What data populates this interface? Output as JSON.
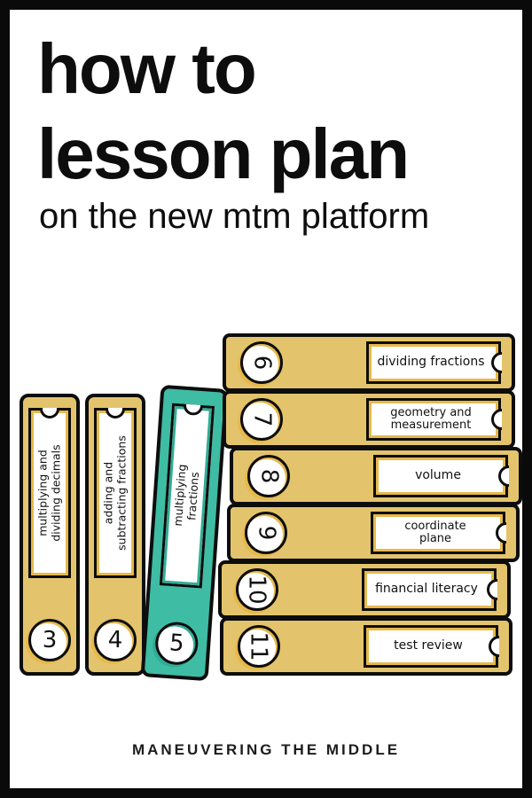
{
  "poster": {
    "title_line1": "how to",
    "title_line2": "lesson plan",
    "subtitle": "on the new mtm platform",
    "footer": "MANEUVERING THE MIDDLE"
  },
  "colors": {
    "binder_gold": "#e3c46c",
    "gold_accent": "#e7b94b",
    "binder_teal": "#3fbca4",
    "teal_accent": "#2fae96",
    "ink": "#0d0d0d",
    "background": "#ffffff",
    "frame": "#0a0a0a"
  },
  "vertical_binders": [
    {
      "number": "3",
      "label_lines": [
        "multiplying and",
        "dividing decimals"
      ],
      "color": "gold"
    },
    {
      "number": "4",
      "label_lines": [
        "adding and",
        "subtracting fractions"
      ],
      "color": "gold"
    },
    {
      "number": "5",
      "label_lines": [
        "multiplying",
        "fractions"
      ],
      "color": "teal"
    }
  ],
  "stacked_binders": [
    {
      "number": "6",
      "label_lines": [
        "dividing fractions"
      ]
    },
    {
      "number": "7",
      "label_lines": [
        "geometry and",
        "measurement"
      ]
    },
    {
      "number": "8",
      "label_lines": [
        "volume"
      ]
    },
    {
      "number": "9",
      "label_lines": [
        "coordinate",
        "plane"
      ]
    },
    {
      "number": "10",
      "label_lines": [
        "financial literacy"
      ]
    },
    {
      "number": "11",
      "label_lines": [
        "test review"
      ]
    }
  ]
}
